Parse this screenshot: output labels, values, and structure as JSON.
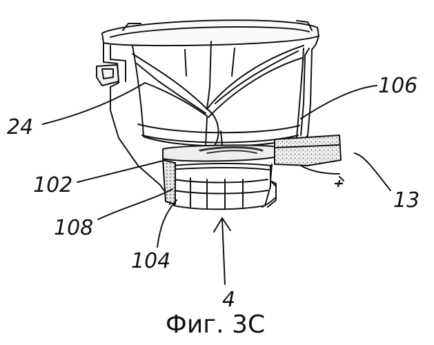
{
  "figure": {
    "caption": "Фиг. 3С",
    "labels": {
      "l24": "24",
      "l106": "106",
      "l102": "102",
      "l13": "13",
      "l108": "108",
      "l104": "104",
      "l4": "4"
    },
    "ink_color": "#111111",
    "hatch_color": "#666666"
  }
}
